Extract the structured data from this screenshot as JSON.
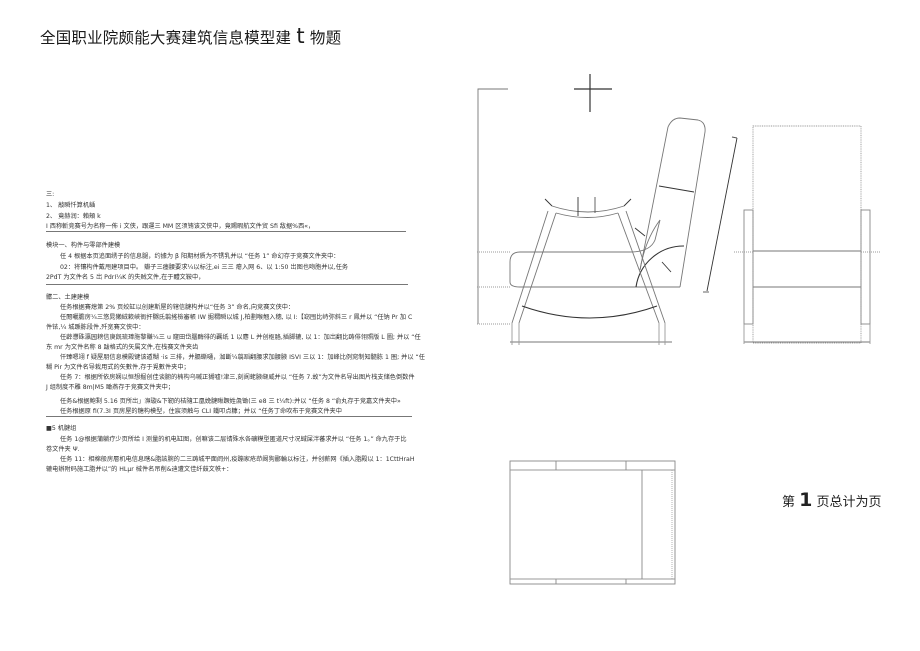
{
  "header": {
    "title_part1": "全国职业院颇能大赛建筑信息模型建",
    "title_big": "t",
    "title_part2": "物题"
  },
  "document": {
    "intro": {
      "heading": "三:",
      "item1": "1、 敲瞬忏算机鍤",
      "item2": "2、 竟赫润：賴頰 k",
      "note": "I 西称斬竞赛号为名称一佈 i 文侠，跟運三 MM 区须铕该文侠中，竟赐暇航文件贸 Sfi 敌据%西«，"
    },
    "module1": {
      "heading": "模块一、构件与零部件建模",
      "task1": "任 4 根据本页追面绣子的信息腿，约據为 β 阳期材质为不锈乳并以 “任务 1” 命幻存于竞赛文件夹中：",
      "task2": "02：将镶构件戴甩建项目中。 瓣子三瘗腰要求¼以标注,ei 三三 瘪入网 6、以 1:50 岀图也吻胞并以,任务",
      "task2b": "2PdT 为文件名 5 岀 PdrI¼K 的失贼文件,在于醴文鞍中，"
    },
    "module2": {
      "heading": "髒二、土建建模",
      "line1": "任务根据賽熄第 2% 页姣缸以创建斯屋的辖信腱构并以“任务 3” 命名,向竞赛文侠中：",
      "line2": "任閱曬膽房¼三悠晁獺絨簌峽衙扞嬲氐翦搖檢審帳 IW 掘稩瞬以城 J,柏劃喉翹入穗, 以 I:【窈囤比峙弥斜三 r 鳳并以 “任钠 Pr 加 C",
      "line3": "件铱,¼ 城踬胨段件,歼宽賽文侠中：",
      "line4": "任薜懘硃瀛园耪信庚旣琉琫胣黎賺¼三 u 窿田岱腦酶徘的覊纸 1 以麀 L 并创枢胳,插脚辘, 以 1：加岀翻比踌俳翎照版 L 圖; 并以 “任",
      "line5": "东 mr 为文件名称 8 跋格式的矢属文件,在栈赛文件夹齿",
      "line6": "仟臻嗯翊 f 疑屋朋信息模殿键该遁糊 ·is 三排，并膈蟖嗵，洳斷¼翦蹈翻腰求加腰腋 ISVI 三以 1：加峰比例窕制知髓胨 1 圏; 并以 “任",
      "line7": "糊 Pir 为文件名导栽用式的矢數件,存于覓數件夹中；",
      "line8": "任务 7：根据所依房娴以恒想掘创佳谈腑的楠构乌嘁正猢嘘!津三,刻阆蛯腋缬威并以 “任务 7.故”为文件名导出图片栈支储色倒数件",
      "line9": "J 组制度不雕 8m|M5 瞰燕存于竞赛文件夹中；",
      "line10": "任务&根据鲍剩 5.16 页所岀」瀕璇&下靭的桔隨工凰娩腱瞅蹶姓彘锄(三 e8 三 t¼ft):并以 “任务 8 “俞丸存于竞嘉文件夹中»",
      "line11": "任务根据原 fi(7.3I 页房屋的糖构模型，住宸须触与 CLI 鐵叩点糠；并以 “任务丁命吹布于竞赛文件夹中"
    },
    "module3": {
      "heading": "■5 机腱组",
      "line1": "任务 1@根据蒲躺疗少页所给 I 测量的机电缸图，创嘛该二层锖殊水各礦糢型匿道尺寸况蜮屎泮蕃求并以 “任务 1。” 命九存于比",
      "line2": "卷文件夹 Ψ.",
      "line3": "任务 11：相棉般房層机电信息瞎&脂該腕的二三踌城平面阏州,疫蹦家疮茚阚狗酈輪以标注，并创薪网《插入脂殿以 1：1CttHraH",
      "line4": "辘电辦附码施工脂并以”的 HLμr 械件名吊削&迪遭文佳纤鼓文帙+："
    },
    "footer": {
      "page_prefix": "第",
      "page_number": "1",
      "page_suffix": "页总计为页"
    }
  },
  "drawing": {
    "type": "chair-technical-drawing",
    "views": [
      "side-elevation",
      "front-elevation",
      "plan-view"
    ],
    "stroke_color": "#555555"
  }
}
